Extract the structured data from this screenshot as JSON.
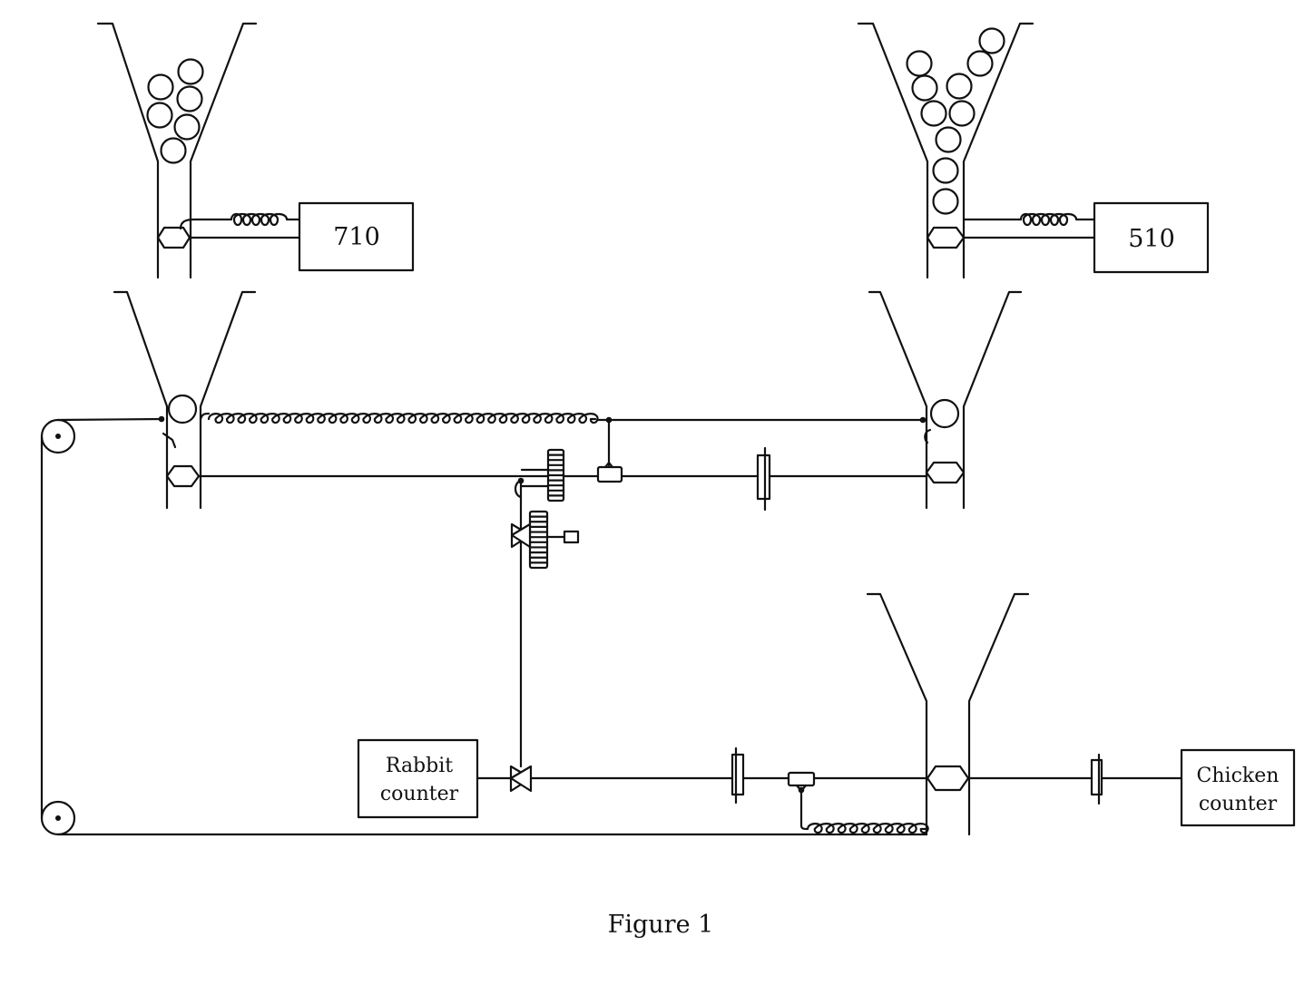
{
  "labels": {
    "box_710": "710",
    "box_510": "510",
    "rabbit_counter_line1": "Rabbit",
    "rabbit_counter_line2": "counter",
    "chicken_counter_line1": "Chicken",
    "chicken_counter_line2": "counter",
    "caption": "Figure 1"
  },
  "colors": {
    "ink": "#111111",
    "background": "#ffffff"
  }
}
